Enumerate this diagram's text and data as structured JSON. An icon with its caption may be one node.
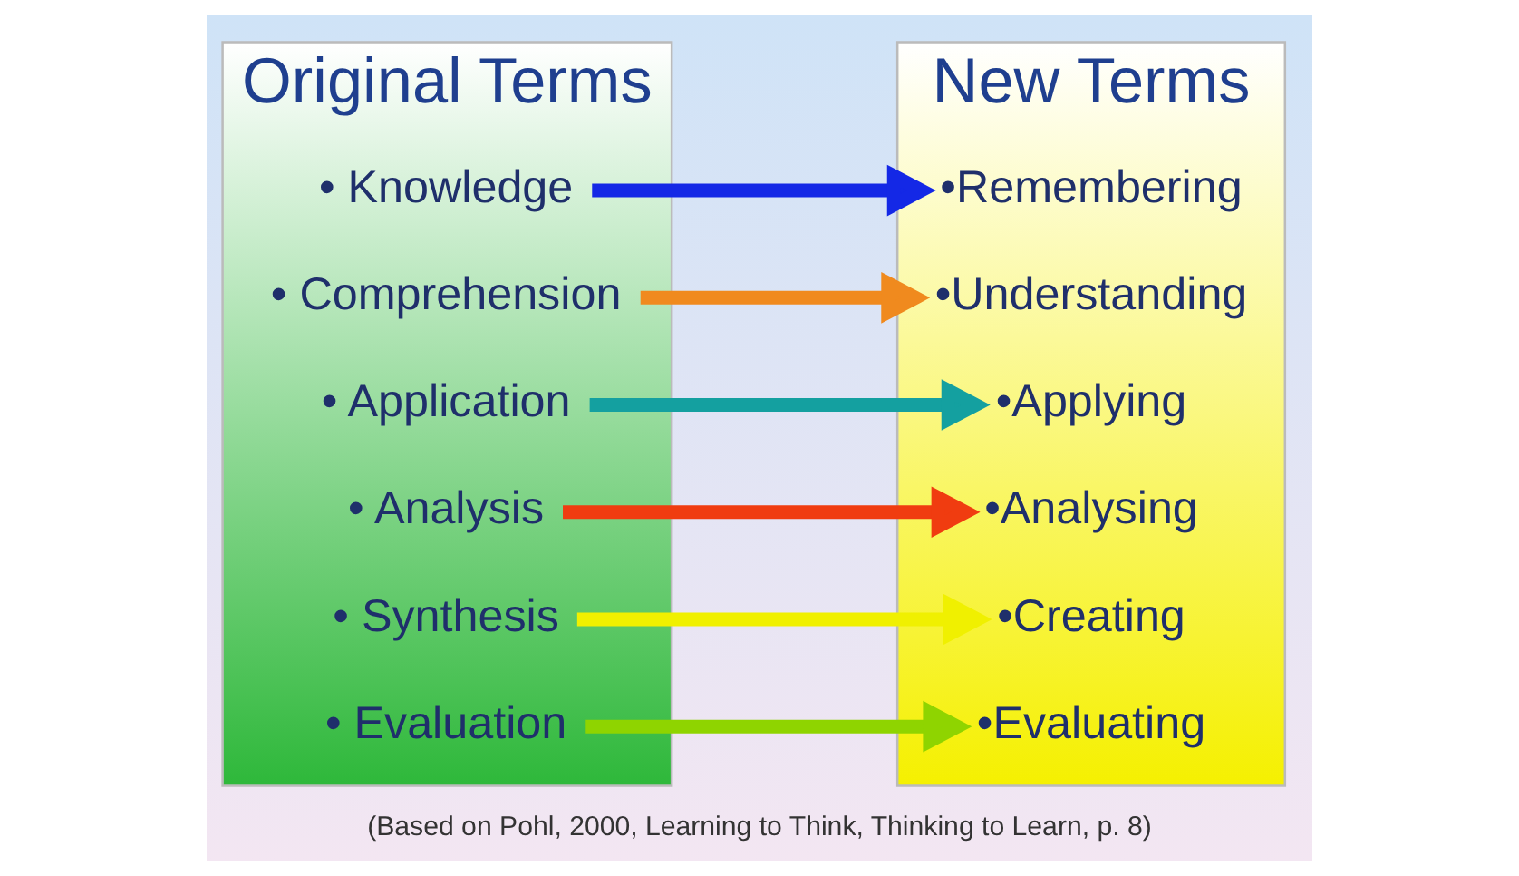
{
  "diagram": {
    "caption": "(Based on Pohl, 2000, Learning to Think, Thinking to Learn, p. 8)",
    "nodes": [
      {
        "text": [
          "Original Terms"
        ]
      },
      {
        "text": [
          "• Evaluation"
        ],
        "in": 0
      },
      {
        "text": [
          "• Synthesis"
        ],
        "in": 0
      },
      {
        "text": [
          "• Analysis"
        ],
        "in": 0
      },
      {
        "text": [
          "• Application"
        ],
        "in": 0
      },
      {
        "text": [
          "• Comprehension"
        ],
        "in": 0
      },
      {
        "text": [
          "• Knowledge"
        ],
        "in": 0
      },
      {
        "text": [
          "New Terms"
        ]
      },
      {
        "text": [
          "•Creating"
        ],
        "in": 7
      },
      {
        "text": [
          "•Evaluating"
        ],
        "in": 7
      },
      {
        "text": [
          "•Analysing"
        ],
        "in": 7
      },
      {
        "text": [
          "•Applying"
        ],
        "in": 7
      },
      {
        "text": [
          "•Understanding"
        ],
        "in": 7
      },
      {
        "text": [
          "•Remembering"
        ],
        "in": 7
      }
    ],
    "edges": [
      {
        "from": 1,
        "to": 9,
        "arrow": "to",
        "color": "#8fd400"
      },
      {
        "from": 2,
        "to": 8,
        "arrow": "to",
        "color": "#f0f000"
      },
      {
        "from": 3,
        "to": 10,
        "arrow": "to",
        "color": "#f03c10"
      },
      {
        "from": 4,
        "to": 11,
        "arrow": "to",
        "color": "#14a0a0"
      },
      {
        "from": 5,
        "to": 12,
        "arrow": "to",
        "color": "#f08a1e"
      },
      {
        "from": 6,
        "to": 13,
        "arrow": "to",
        "color": "#1428e6"
      }
    ]
  }
}
